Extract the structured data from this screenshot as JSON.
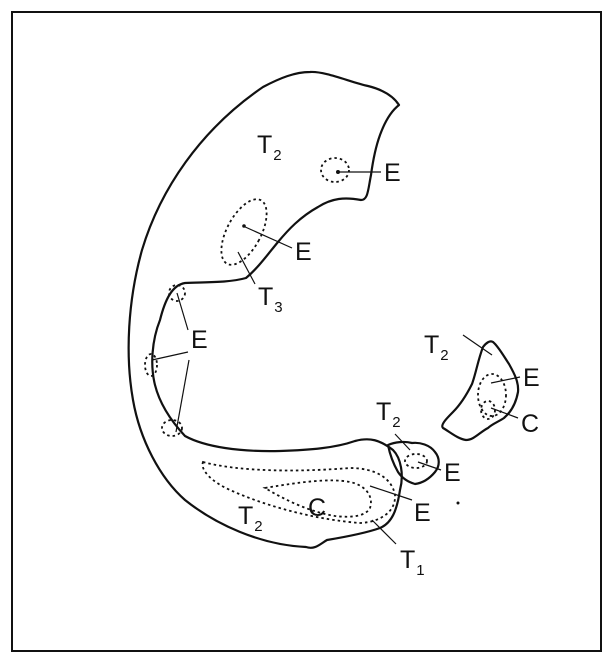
{
  "labels": {
    "t2_top": {
      "main": "T",
      "sub": "2"
    },
    "e_top": "E",
    "e_upper_mid": "E",
    "t3": {
      "main": "T",
      "sub": "3"
    },
    "e_left": "E",
    "t2_right": {
      "main": "T",
      "sub": "2"
    },
    "e_right": "E",
    "c_right": "C",
    "t2_small": {
      "main": "T",
      "sub": "2"
    },
    "e_small": "E",
    "c_bottom": "C",
    "e_bottom": "E",
    "t2_bottom": {
      "main": "T",
      "sub": "2"
    },
    "t1": {
      "main": "T",
      "sub": "1"
    }
  }
}
